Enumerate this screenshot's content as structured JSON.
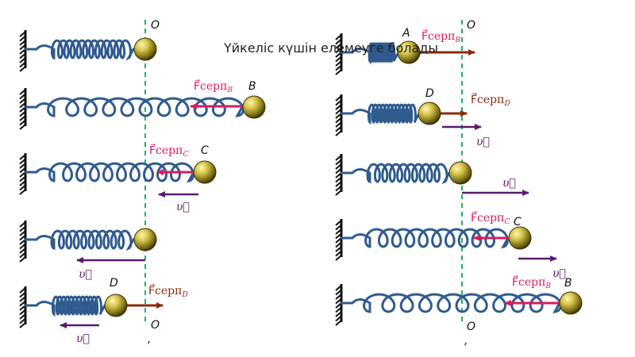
{
  "title": "Үйкеліс күшін елемеуге болады",
  "labels": {
    "O_left_top": "O",
    "O_left_bottom": "O",
    "O_left_comma": ",",
    "O_right_top": "O",
    "O_right_bottom": "O",
    "O_right_comma": ",",
    "L_B": "B",
    "L_C": "C",
    "L_D": "D",
    "R_A": "A",
    "R_D": "D",
    "R_C": "C",
    "R_B": "B"
  },
  "forces": {
    "L_B": {
      "main": "F⃗серп",
      "sub": "B"
    },
    "L_C": {
      "main": "F⃗серп",
      "sub": "C"
    },
    "L_D": {
      "main": "F⃗серп",
      "sub": "D"
    },
    "R_A": {
      "main": "F⃗серп",
      "sub": "B"
    },
    "R_D": {
      "main": "F⃗серп",
      "sub": "D"
    },
    "R_C": {
      "main": "F⃗серп",
      "sub": "C"
    },
    "R_B": {
      "main": "F⃗серп",
      "sub": "B"
    }
  },
  "velocity": {
    "L_C": "υ⃗",
    "L_O": "υ⃗",
    "L_D": "υ⃗",
    "R_D": "υ⃗",
    "R_O": "υ⃗",
    "R_C": "υ⃗"
  },
  "colors": {
    "spring": "#2f5b8f",
    "force": "#d81b60",
    "force_dark": "#8b2a0a",
    "velocity": "#5b1a6e",
    "equilibrium": "#22b35a",
    "ball": "#c9b53a"
  }
}
